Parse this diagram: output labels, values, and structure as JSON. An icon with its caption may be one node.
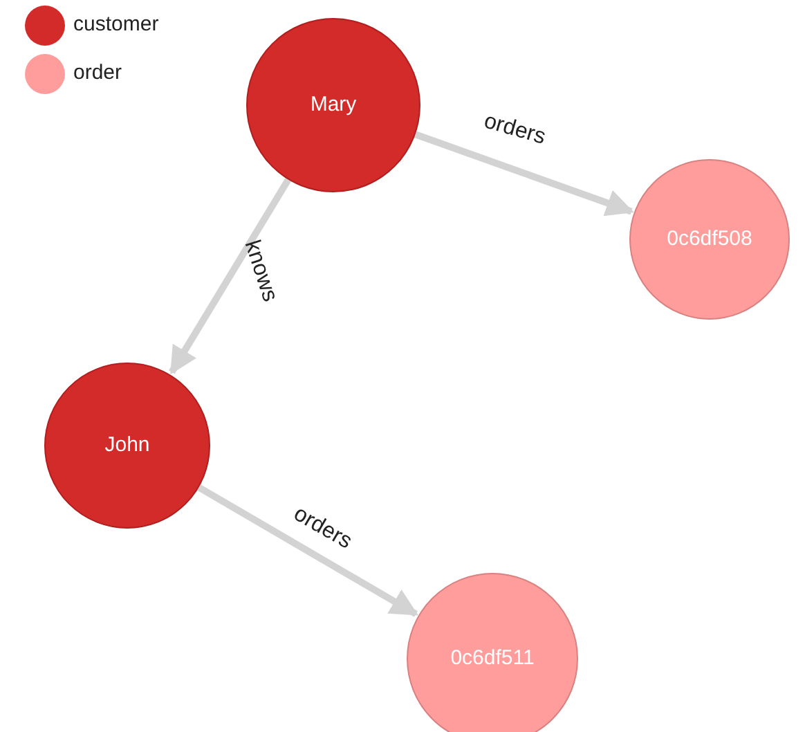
{
  "diagram": {
    "nodes": [
      {
        "text": [
          "Mary"
        ]
      },
      {
        "text": [
          "0c6df508"
        ]
      },
      {
        "text": [
          "John"
        ]
      },
      {
        "text": [
          "0c6df511"
        ]
      }
    ],
    "edges": [
      {
        "from": 0,
        "to": 1,
        "arrow": "to",
        "label": "orders"
      },
      {
        "from": 0,
        "to": 2,
        "arrow": "to",
        "label": "knows"
      },
      {
        "from": 2,
        "to": 3,
        "arrow": "to",
        "label": "orders"
      }
    ],
    "legend": [
      {
        "text": "customer",
        "color": "#d32a2a"
      },
      {
        "text": "order",
        "color": "#ff9d9d"
      }
    ]
  }
}
